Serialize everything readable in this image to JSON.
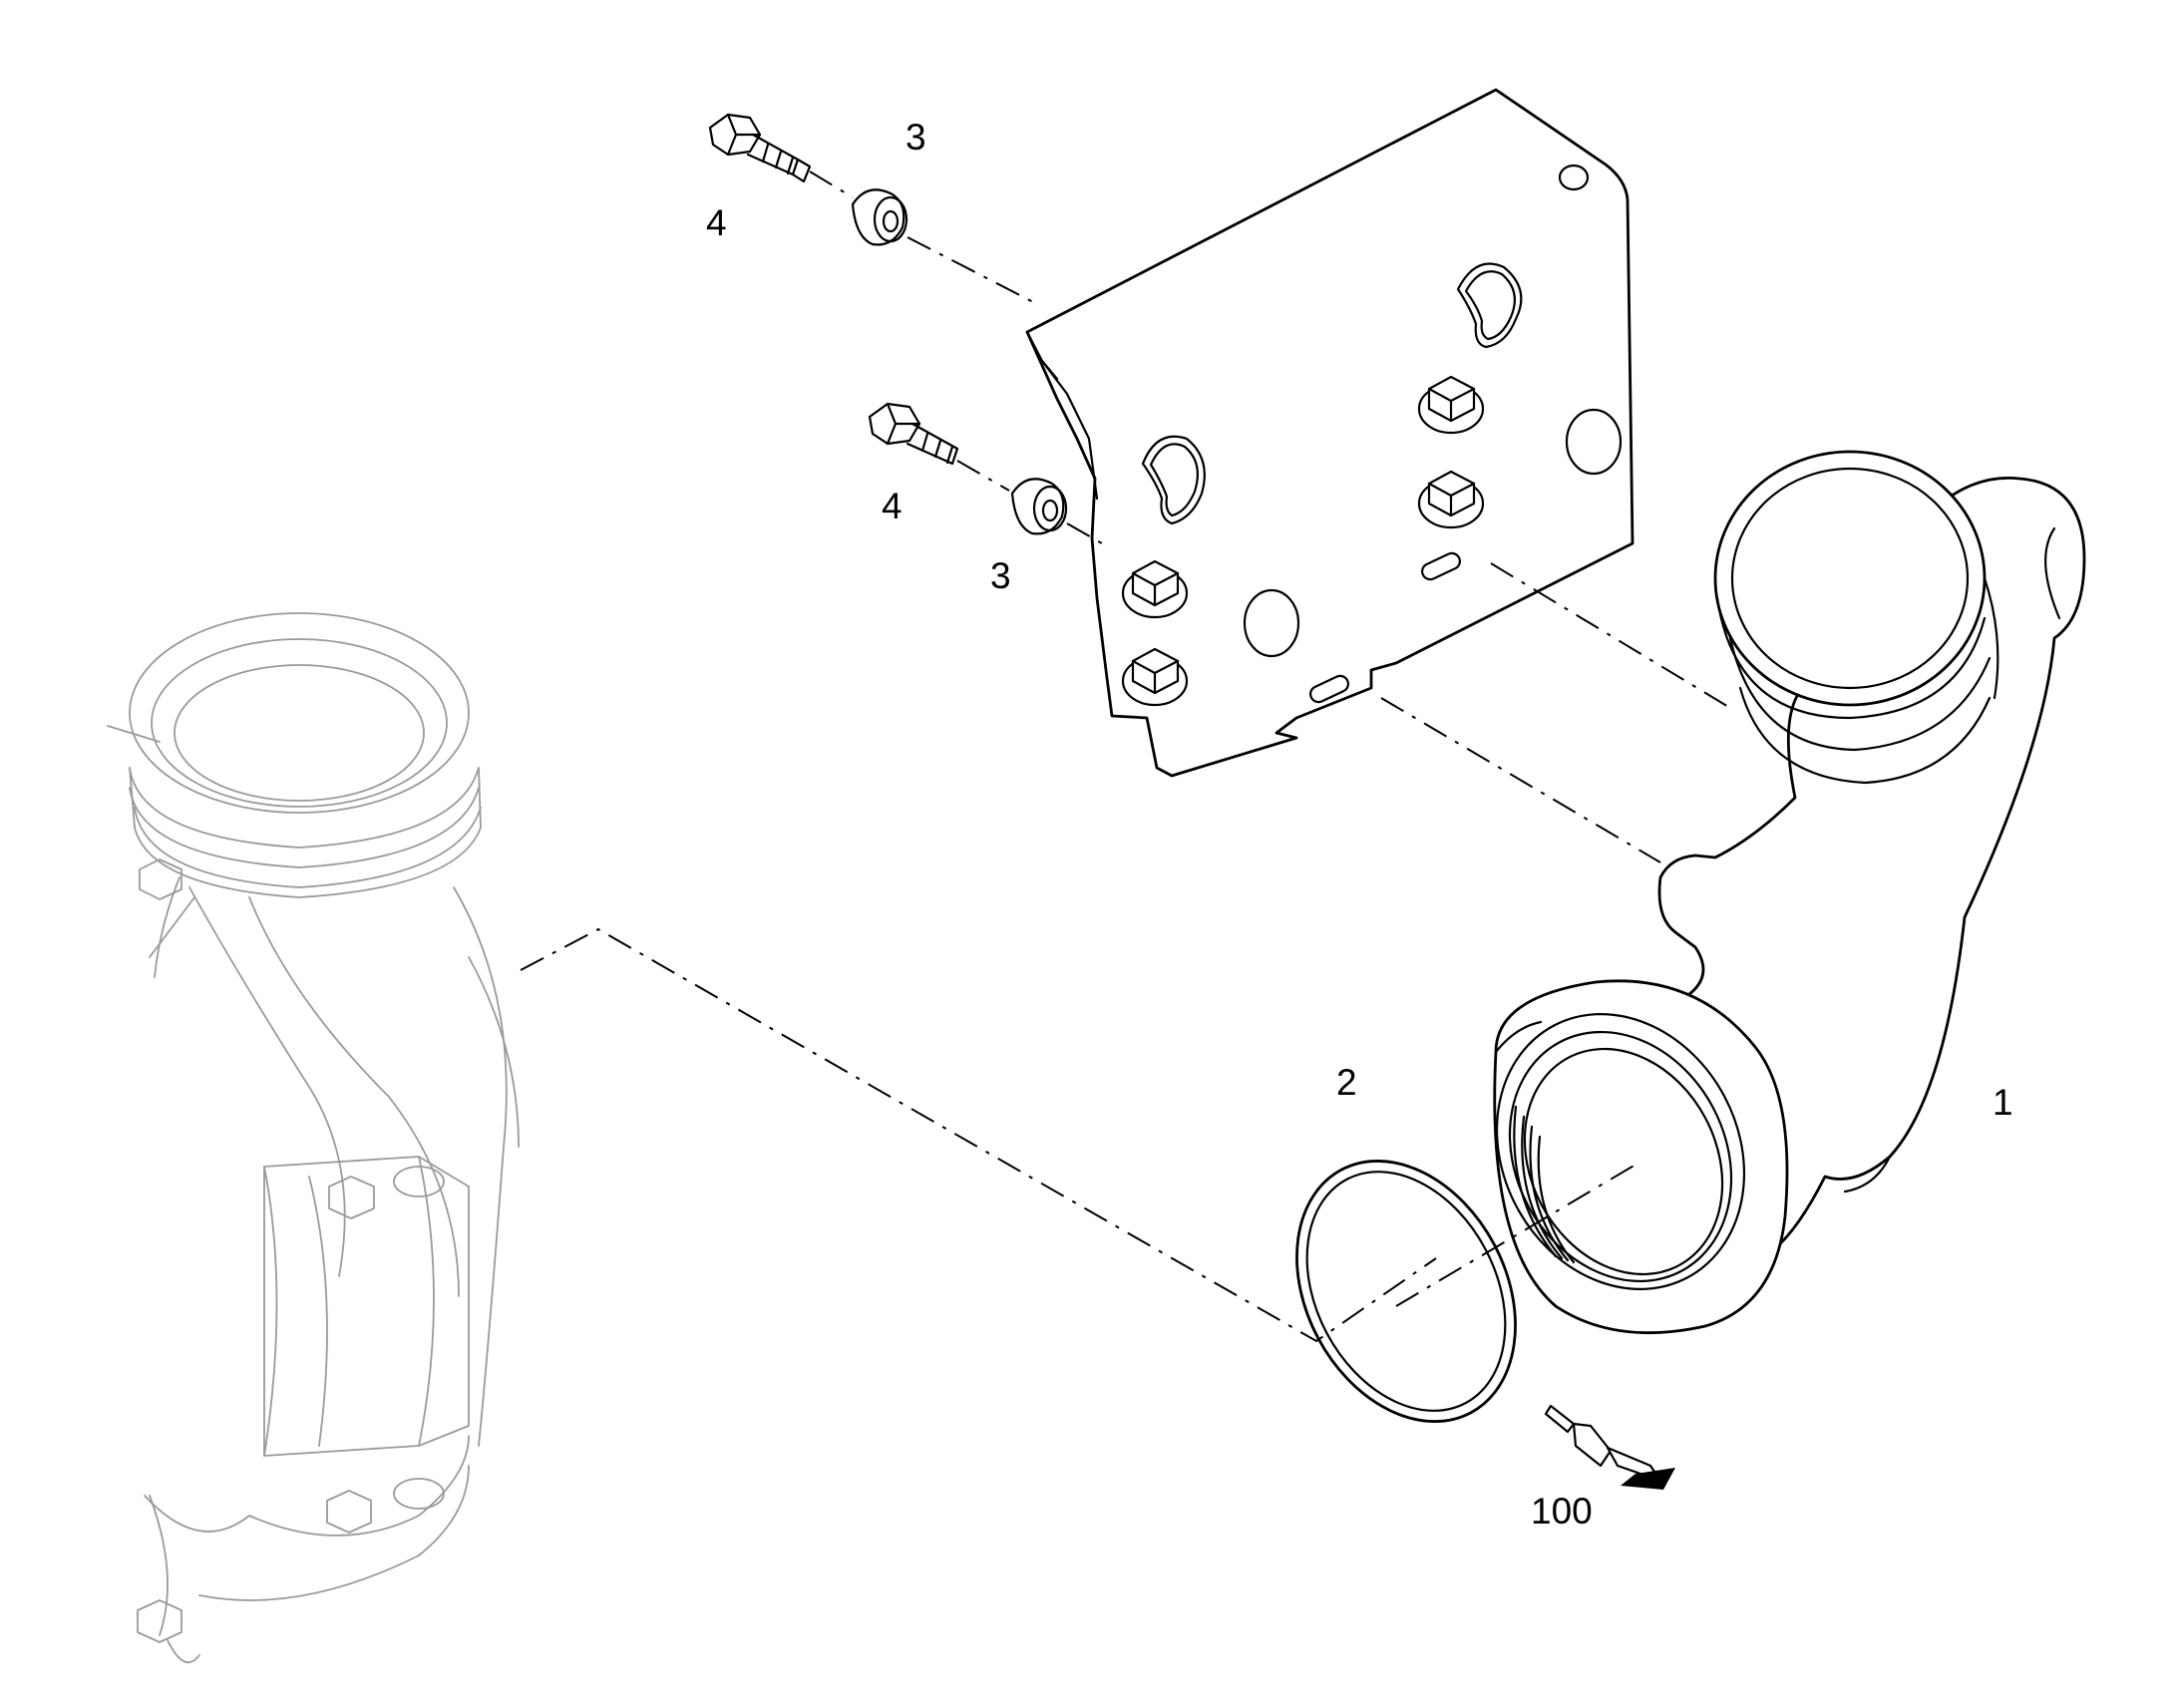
{
  "callouts": {
    "part_1": "1",
    "part_2": "2",
    "part_3_top": "3",
    "part_3_mid": "3",
    "part_4_top": "4",
    "part_4_mid": "4",
    "part_100": "100"
  },
  "colors": {
    "line": "#000000",
    "ghost_line": "#9a9a9a",
    "background": "#ffffff"
  }
}
